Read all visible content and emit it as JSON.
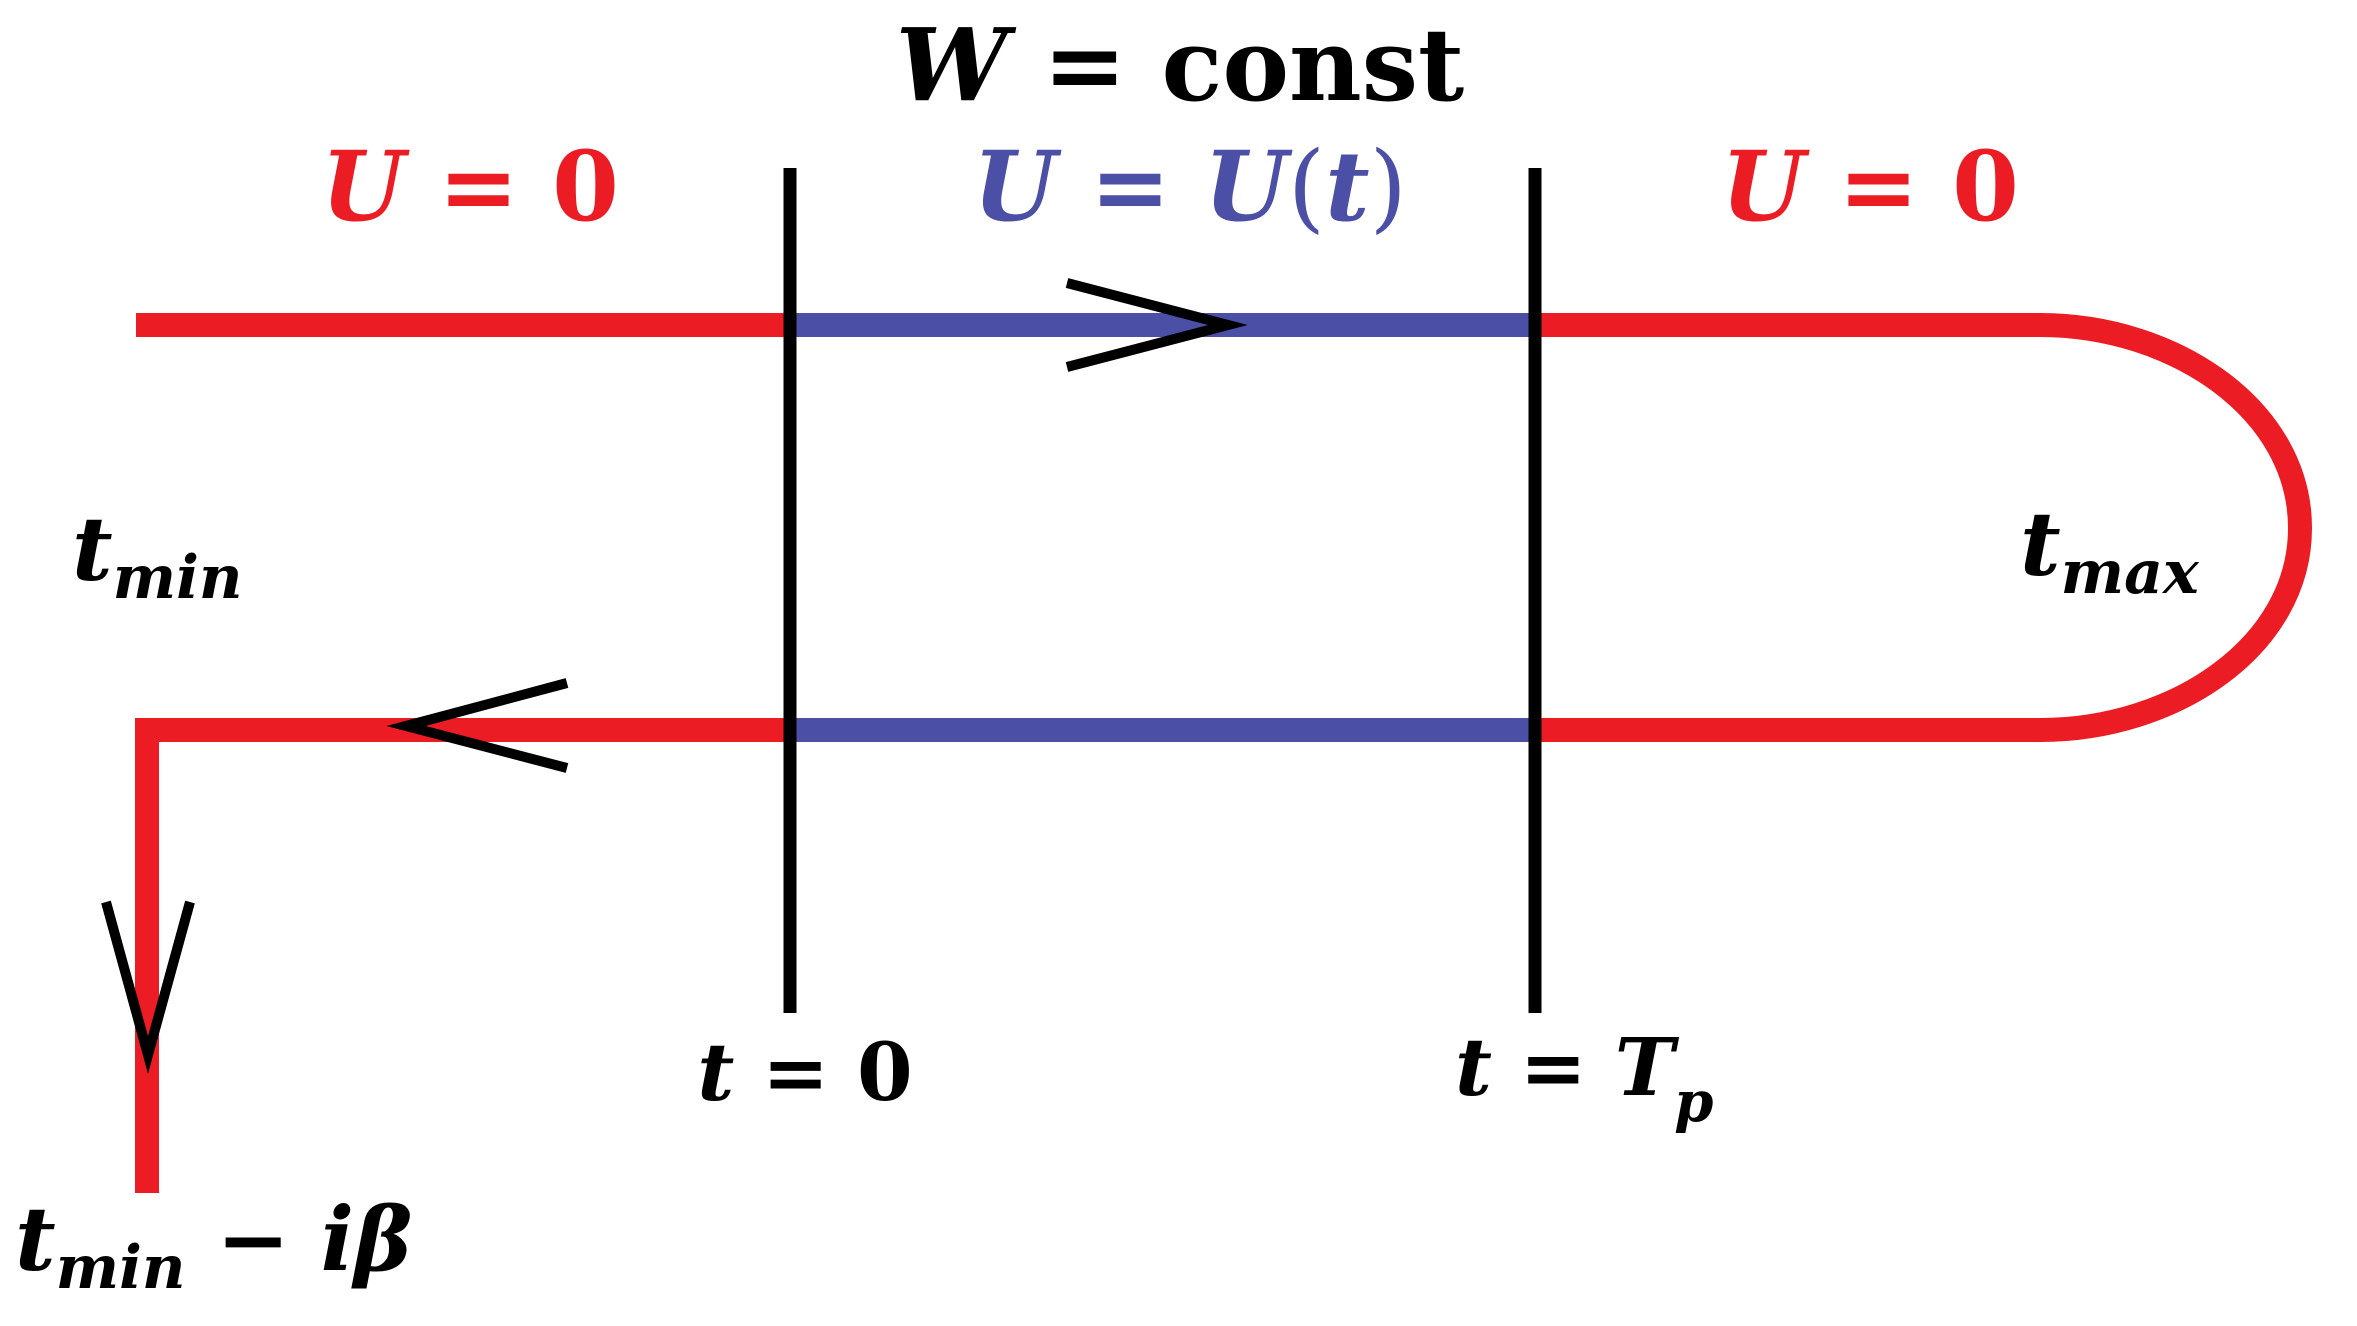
{
  "title": {
    "var": "W",
    "eq": " = ",
    "value": "const"
  },
  "regions": {
    "left": {
      "var": "U",
      "eq": " = ",
      "value": "0"
    },
    "middle": {
      "var": "U",
      "eq": " = ",
      "func": "U",
      "open": "(",
      "arg": "t",
      "close": ")"
    },
    "right": {
      "var": "U",
      "eq": " = ",
      "value": "0"
    }
  },
  "markers": {
    "t0": {
      "var": "t",
      "eq": " = ",
      "value": "0"
    },
    "tp": {
      "var": "t",
      "eq": " = ",
      "sym": "T",
      "sub": "p"
    }
  },
  "endpoints": {
    "tmin": {
      "var": "t",
      "sub": "min"
    },
    "tmax": {
      "var": "t",
      "sub": "max"
    },
    "tmin_beta": {
      "var": "t",
      "sub": "min",
      "rest": " − iβ"
    }
  },
  "colors": {
    "red": "#ec1c24",
    "blue": "#4b4fa6",
    "black": "#000000"
  }
}
